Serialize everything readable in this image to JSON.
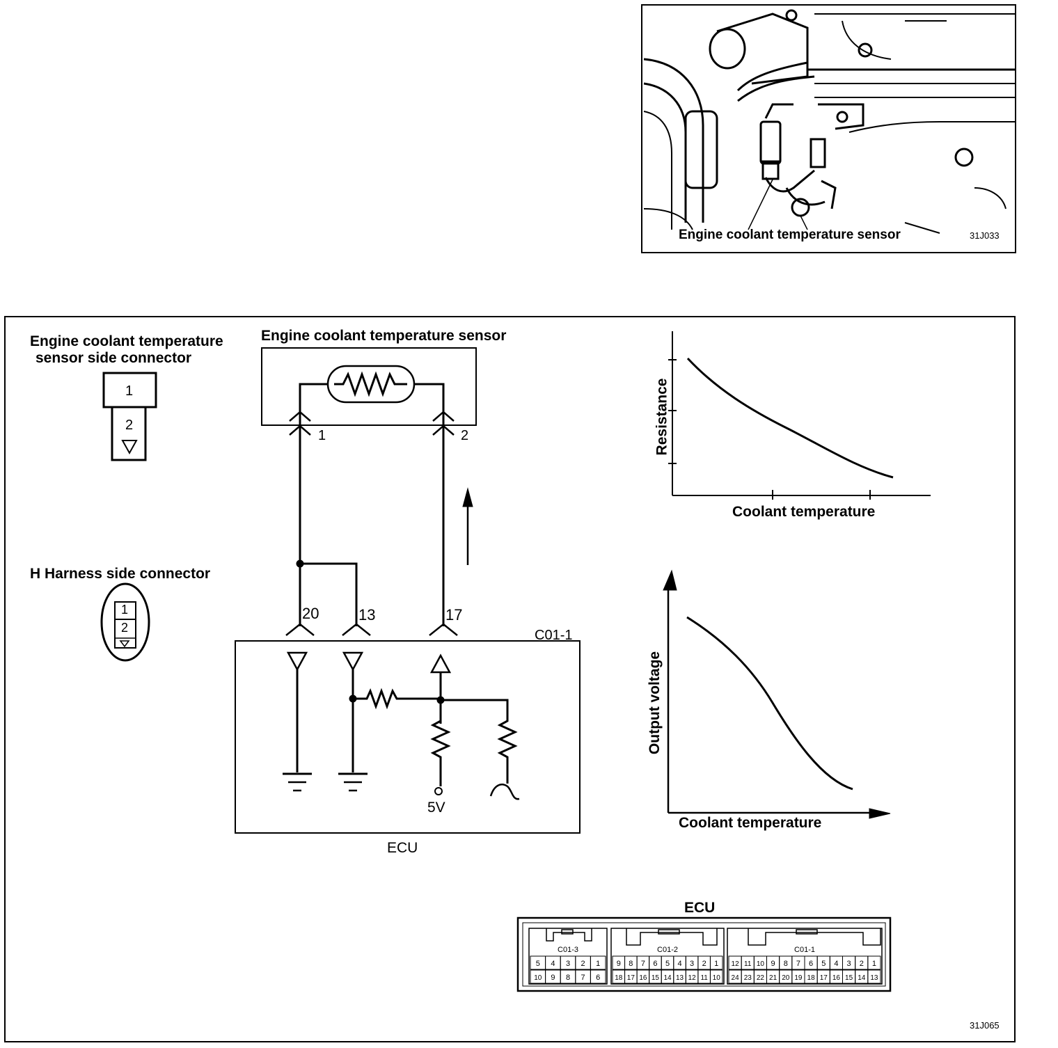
{
  "photo": {
    "caption": "Engine coolant temperature sensor",
    "figure_code": "31J033"
  },
  "diagram": {
    "sensor_connector_title_line1": "Engine coolant temperature",
    "sensor_connector_title_line2": "sensor side connector",
    "sensor_connector_pins": [
      "1",
      "2"
    ],
    "harness_connector_title": "H Harness side connector",
    "harness_connector_pins": [
      "1",
      "2"
    ],
    "sensor_box_title": "Engine coolant temperature sensor",
    "sensor_terminals": [
      "1",
      "2"
    ],
    "ecu_terminals": [
      "20",
      "13",
      "17"
    ],
    "ecu_connector_id": "C01-1",
    "supply_label": "5V",
    "ecu_label": "ECU",
    "figure_code": "31J065"
  },
  "graphs": {
    "resistance_ylabel": "Resistance",
    "resistance_xlabel": "Coolant temperature",
    "voltage_ylabel": "Output voltage",
    "voltage_xlabel": "Coolant temperature"
  },
  "ecu_connector": {
    "title": "ECU",
    "blocks": [
      {
        "name": "C01-3",
        "row1": [
          "5",
          "4",
          "3",
          "2",
          "1"
        ],
        "row2": [
          "10",
          "9",
          "8",
          "7",
          "6"
        ]
      },
      {
        "name": "C01-2",
        "row1": [
          "9",
          "8",
          "7",
          "6",
          "5",
          "4",
          "3",
          "2",
          "1"
        ],
        "row2": [
          "18",
          "17",
          "16",
          "15",
          "14",
          "13",
          "12",
          "11",
          "10"
        ]
      },
      {
        "name": "C01-1",
        "row1": [
          "12",
          "11",
          "10",
          "9",
          "8",
          "7",
          "6",
          "5",
          "4",
          "3",
          "2",
          "1"
        ],
        "row2": [
          "24",
          "23",
          "22",
          "21",
          "20",
          "19",
          "18",
          "17",
          "16",
          "15",
          "14",
          "13"
        ]
      }
    ]
  }
}
